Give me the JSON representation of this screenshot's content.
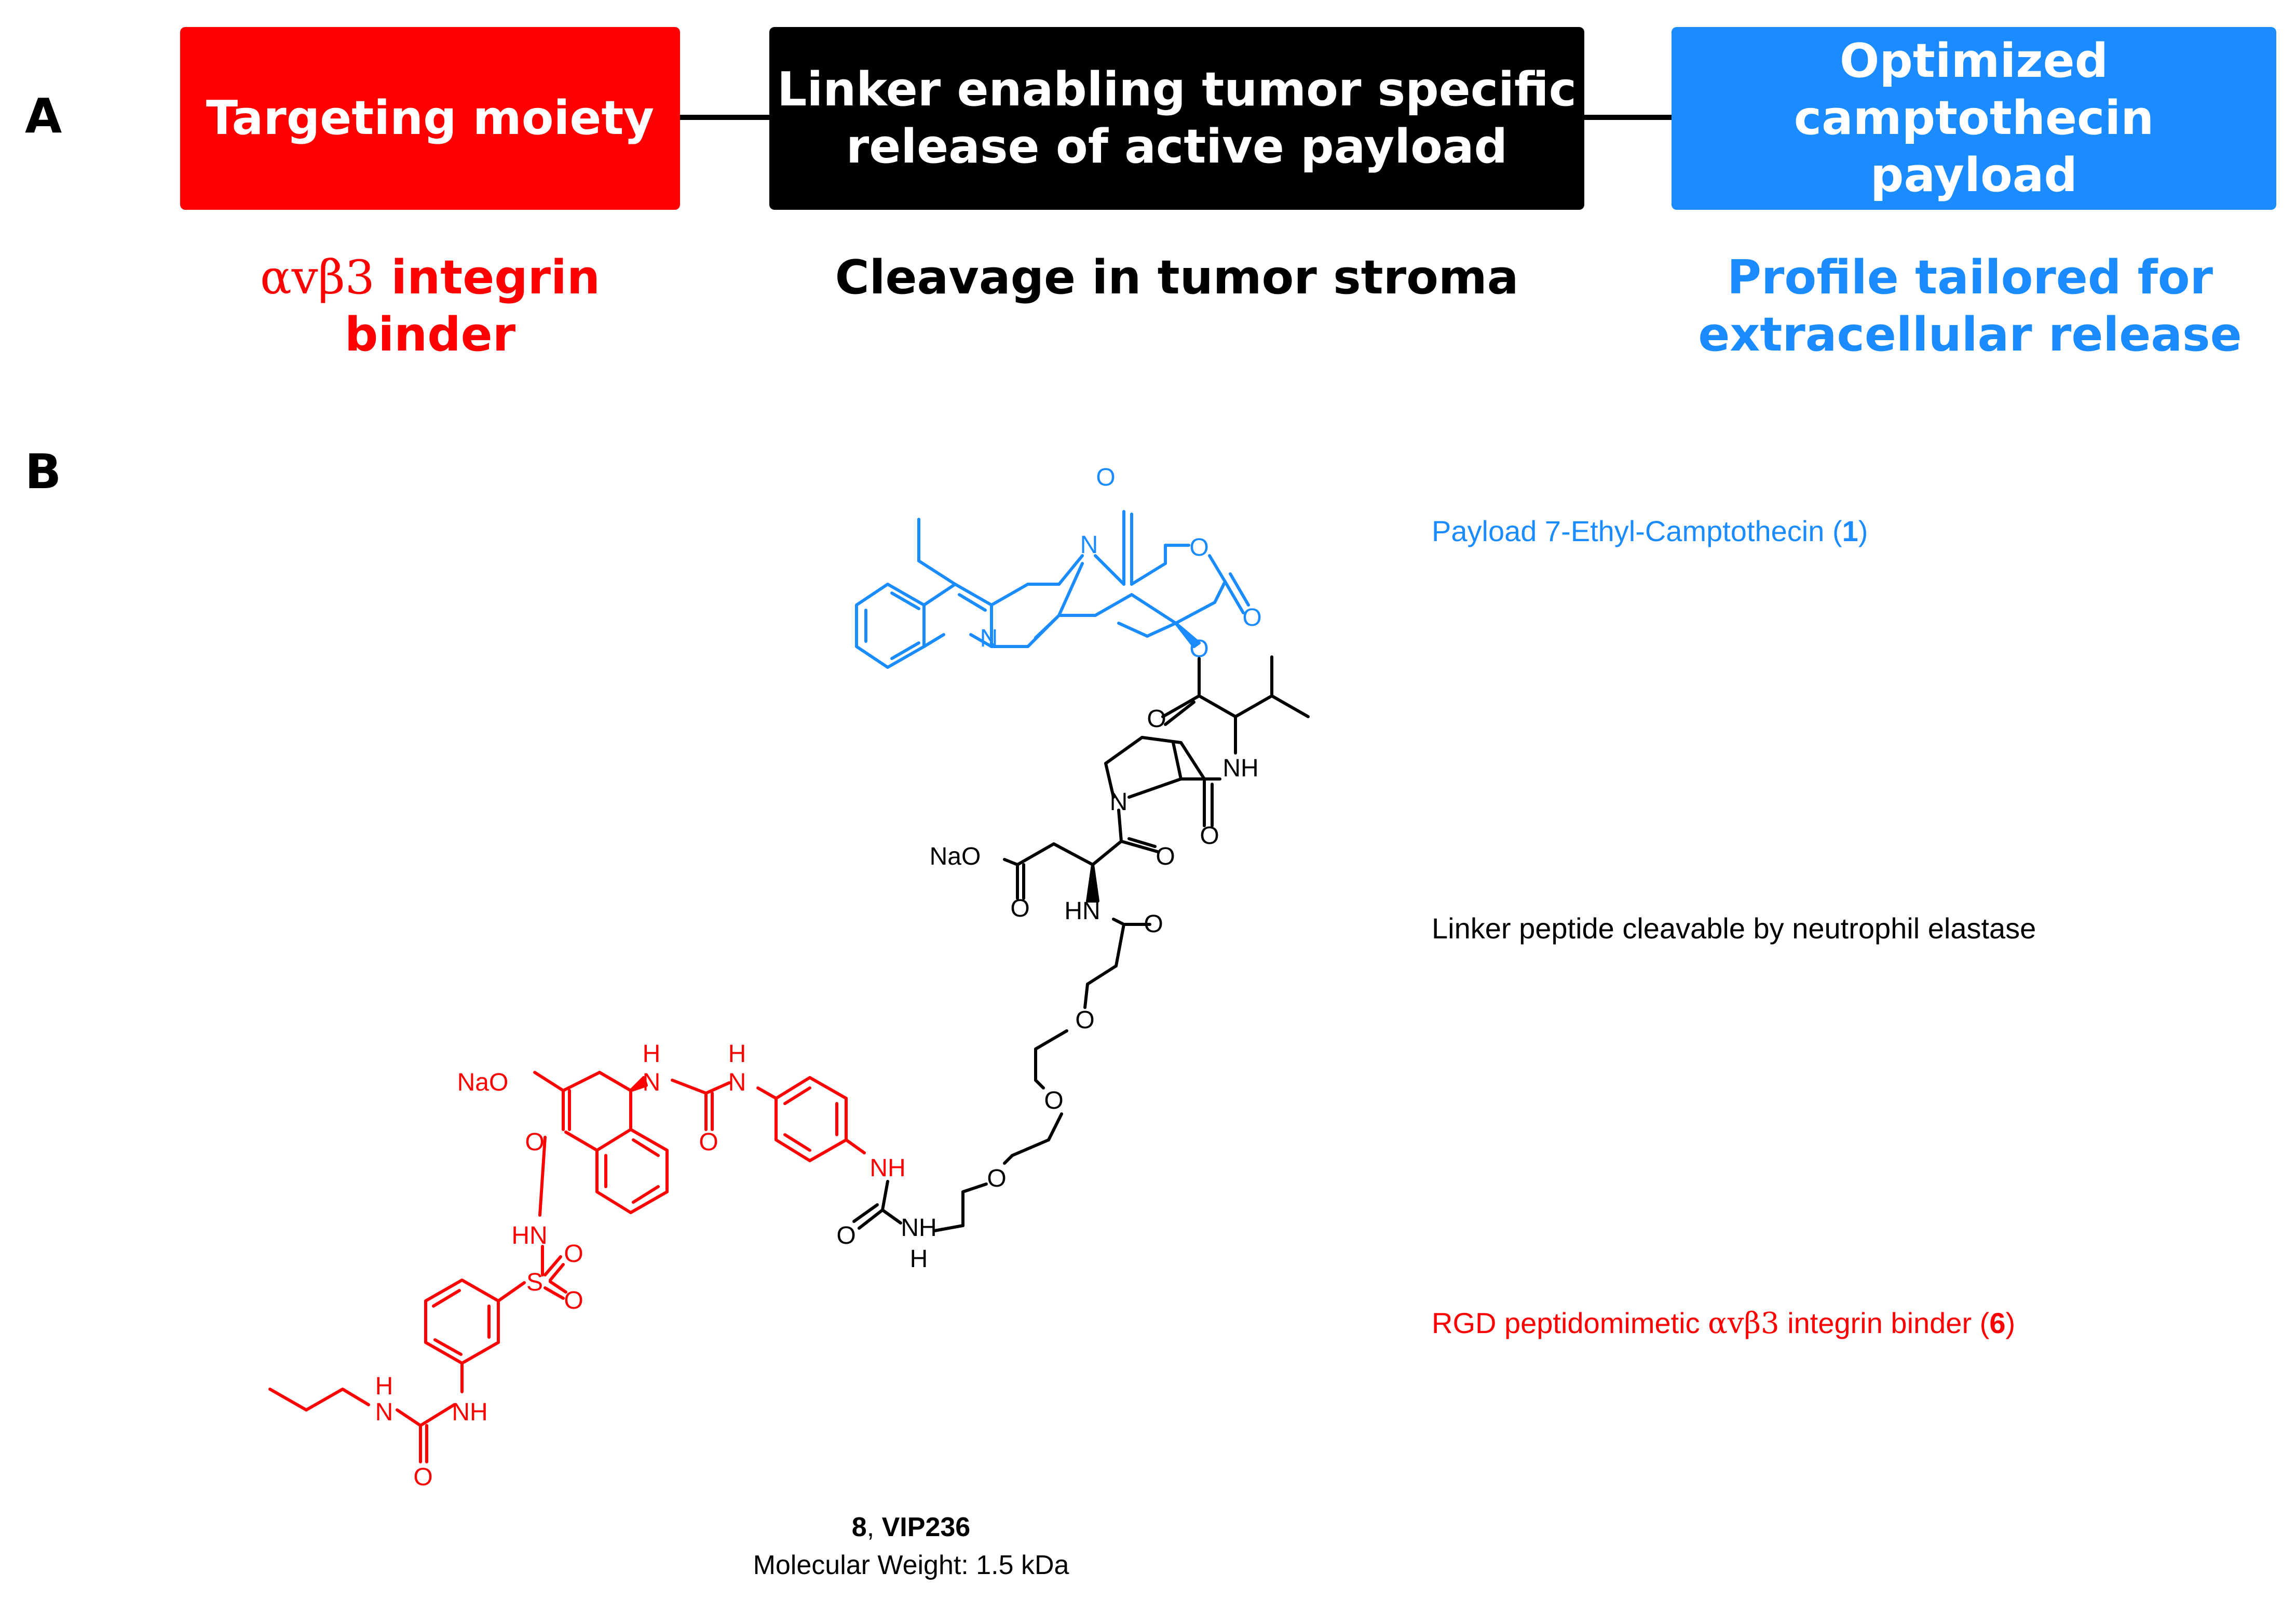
{
  "panel_a": {
    "label": "A",
    "boxes": {
      "targeting": {
        "text": "Targeting moiety",
        "color": "#ff0000"
      },
      "linker": {
        "line1": "Linker enabling tumor specific",
        "line2": "release of active payload",
        "color": "#000000"
      },
      "payload": {
        "line1": "Optimized camptothecin",
        "line2": "payload",
        "color": "#1a8cff"
      }
    },
    "captions": {
      "targeting": {
        "greek": "αvβ3",
        "text": "integrin binder",
        "color": "#ff0000"
      },
      "linker": {
        "text": "Cleavage in tumor stroma",
        "color": "#000000"
      },
      "payload": {
        "line1": "Profile tailored for",
        "line2": "extracellular release",
        "color": "#1a8cff"
      }
    }
  },
  "panel_b": {
    "label": "B",
    "annotations": {
      "payload": {
        "text": "Payload 7-Ethyl-Camptothecin (",
        "number": "1",
        "close": ")",
        "color": "#1a8cff"
      },
      "linker": {
        "text": "Linker peptide cleavable by neutrophil elastase",
        "color": "#000000"
      },
      "binder": {
        "prefix": "RGD peptidomimetic",
        "greek": "αvβ3",
        "suffix": "integrin binder (",
        "number": "6",
        "close": ")",
        "color": "#ff0000"
      }
    },
    "atom_labels": {
      "payload": {
        "N_ring": "N",
        "N_quinoline": "N",
        "O_ketone": "O",
        "O_lactone_ring": "O",
        "O_lactone_carbonyl": "O",
        "O_ester": "O"
      },
      "linker": {
        "O_valine_carbonyl": "O",
        "NH_valine": "NH",
        "N_proline": "N",
        "O_amide1": "O",
        "O_amide2": "O",
        "NaO": "NaO",
        "O_asp": "O",
        "HN_asp": "HN",
        "O_amide3": "O",
        "O_peg1": "O",
        "O_peg2": "O",
        "O_peg3": "O",
        "NH_urea": "NH",
        "H_urea": "H",
        "O_urea": "O"
      },
      "binder": {
        "NaO": "NaO",
        "O_acid": "O",
        "H_urea1": "H",
        "N_urea1": "N",
        "H_urea2": "H",
        "N_urea2": "N",
        "O_urea": "O",
        "NH_aryl": "NH",
        "HN_sulfonamide": "HN",
        "S": "S",
        "O_s1": "O",
        "O_s2": "O",
        "H_propyl": "H",
        "N_propyl": "N",
        "NH_aryl2": "NH",
        "O_urea2": "O"
      }
    },
    "compound": {
      "number": "8",
      "name": "VIP236",
      "mw_label": "Molecular Weight: 1.5 kDa"
    }
  }
}
